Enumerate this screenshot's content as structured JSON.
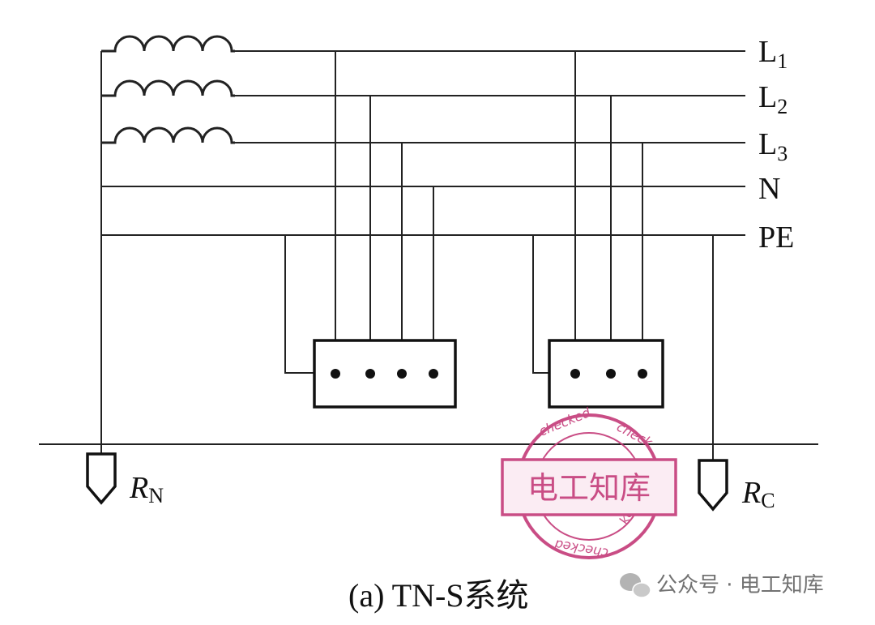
{
  "lines": {
    "l1": {
      "main": "L",
      "sub": "1"
    },
    "l2": {
      "main": "L",
      "sub": "2"
    },
    "l3": {
      "main": "L",
      "sub": "3"
    },
    "n": "N",
    "pe": "PE"
  },
  "grounds": {
    "rn": {
      "main": "R",
      "sub": "N"
    },
    "rc": {
      "main": "R",
      "sub": "C"
    }
  },
  "caption": "(a) TN-S系统",
  "stamp": {
    "title": "电工知库",
    "ring_top": "checked",
    "ring_right": "check",
    "ring_bottom": "checked",
    "ring_side": "ked",
    "color": "#c43a78"
  },
  "watermark": "公众号 · 电工知库"
}
